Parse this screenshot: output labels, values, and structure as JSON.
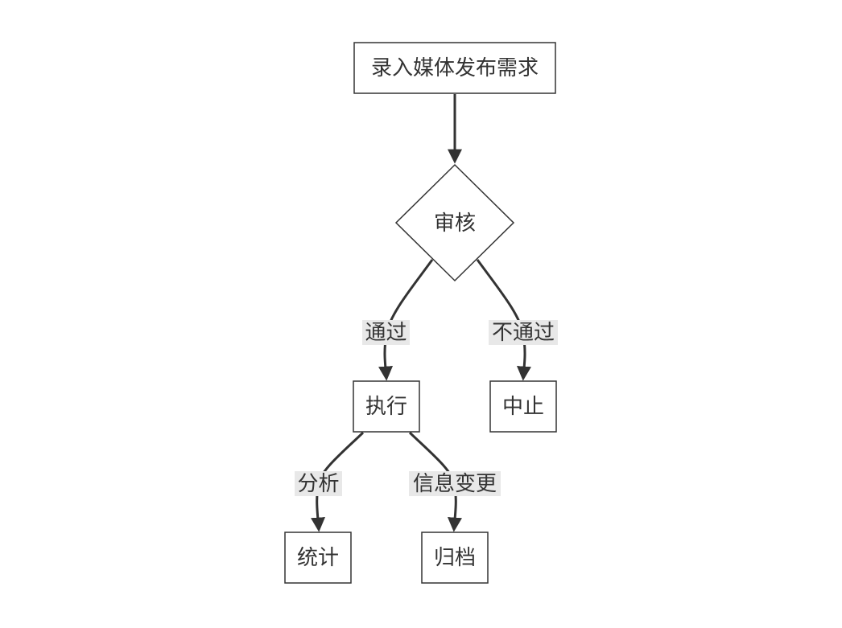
{
  "nodes": {
    "input": "录入媒体发布需求",
    "review": "审核",
    "execute": "执行",
    "stop": "中止",
    "stats": "统计",
    "archive": "归档"
  },
  "edges": {
    "pass": "通过",
    "fail": "不通过",
    "analyze": "分析",
    "info_change": "信息变更"
  }
}
